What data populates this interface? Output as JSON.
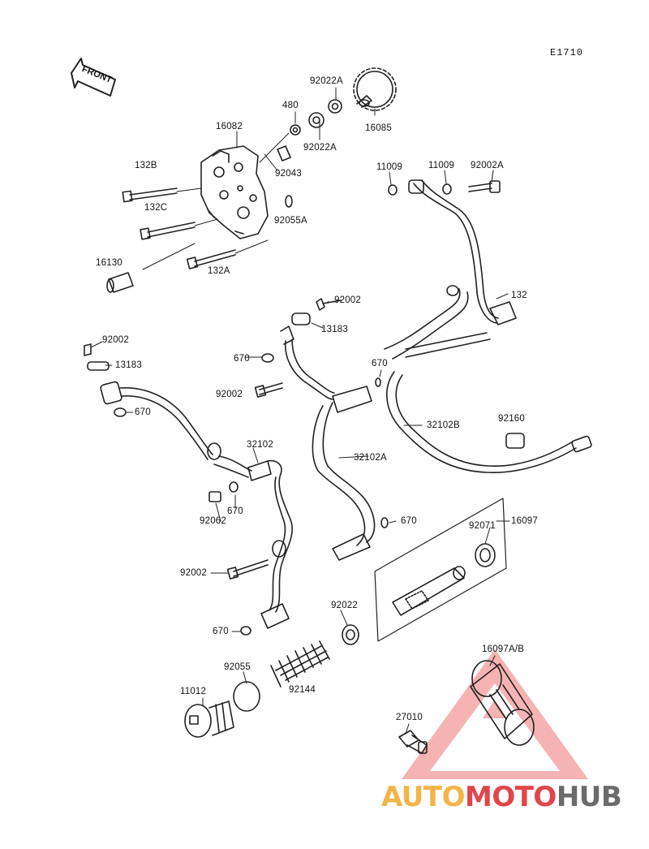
{
  "diagram_code": "E1710",
  "front_label": "FRONT",
  "labels": [
    "92022A",
    "480",
    "16082",
    "16085",
    "92022A",
    "132B",
    "92043",
    "132C",
    "92055A",
    "16130",
    "132A",
    "11009",
    "11009",
    "92002A",
    "92002",
    "13183",
    "132",
    "670",
    "92002",
    "670",
    "92002",
    "13183",
    "670",
    "32102B",
    "92160",
    "32102",
    "32102A",
    "92062",
    "670",
    "670",
    "16097",
    "92071",
    "92002",
    "92022",
    "670",
    "92055",
    "92144",
    "16097A/B",
    "11012",
    "27010"
  ],
  "watermark": {
    "part1": "AUTO",
    "part2": "MOTO",
    "part3": "HUB"
  },
  "colors": {
    "line": "#222222",
    "wm_yellow": "#f3b548",
    "wm_red": "#e2454a",
    "wm_gray": "#6b6b6b"
  }
}
